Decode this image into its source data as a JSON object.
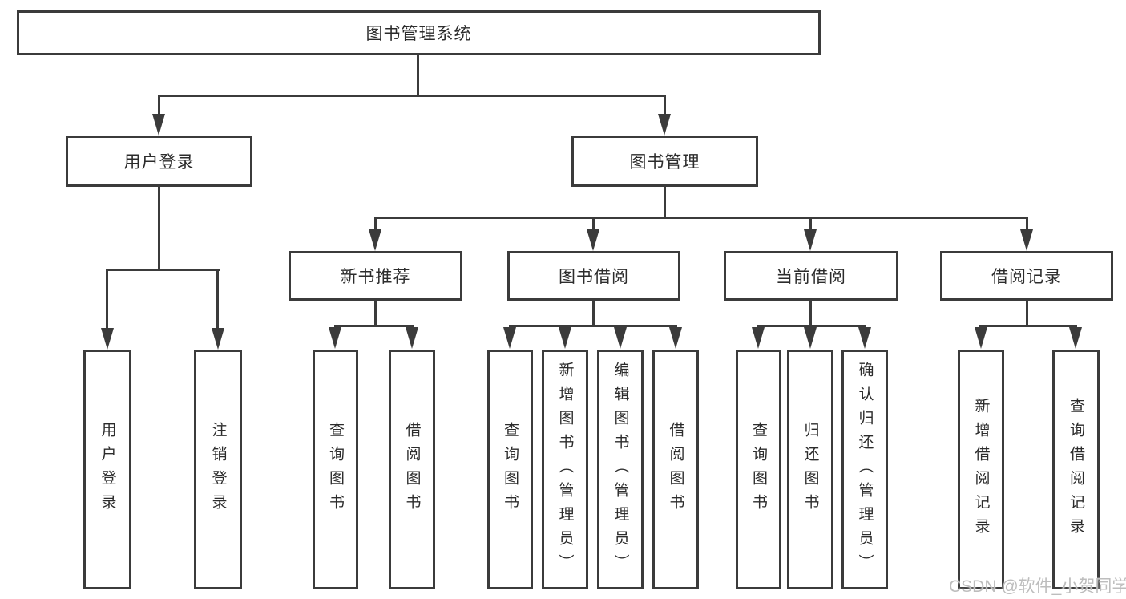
{
  "tree": {
    "label": "图书管理系统",
    "children": [
      {
        "label": "用户登录",
        "children": [
          {
            "label": "用户登录"
          },
          {
            "label": "注销登录"
          }
        ]
      },
      {
        "label": "图书管理",
        "children": [
          {
            "label": "新书推荐",
            "children": [
              {
                "label": "查询图书"
              },
              {
                "label": "借阅图书"
              }
            ]
          },
          {
            "label": "图书借阅",
            "children": [
              {
                "label": "查询图书"
              },
              {
                "label": "新增图书（管理员）"
              },
              {
                "label": "编辑图书（管理员）"
              },
              {
                "label": "借阅图书"
              }
            ]
          },
          {
            "label": "当前借阅",
            "children": [
              {
                "label": "查询图书"
              },
              {
                "label": "归还图书"
              },
              {
                "label": "确认归还（管理员）"
              }
            ]
          },
          {
            "label": "借阅记录",
            "children": [
              {
                "label": "新增借阅记录"
              },
              {
                "label": "查询借阅记录"
              }
            ]
          }
        ]
      }
    ]
  },
  "watermark": "CSDN @软件_小贺同学",
  "colors": {
    "line": "#3b3b3b",
    "text": "#2c2c2c",
    "watermark": "#bdbdbd",
    "background": "#ffffff"
  }
}
